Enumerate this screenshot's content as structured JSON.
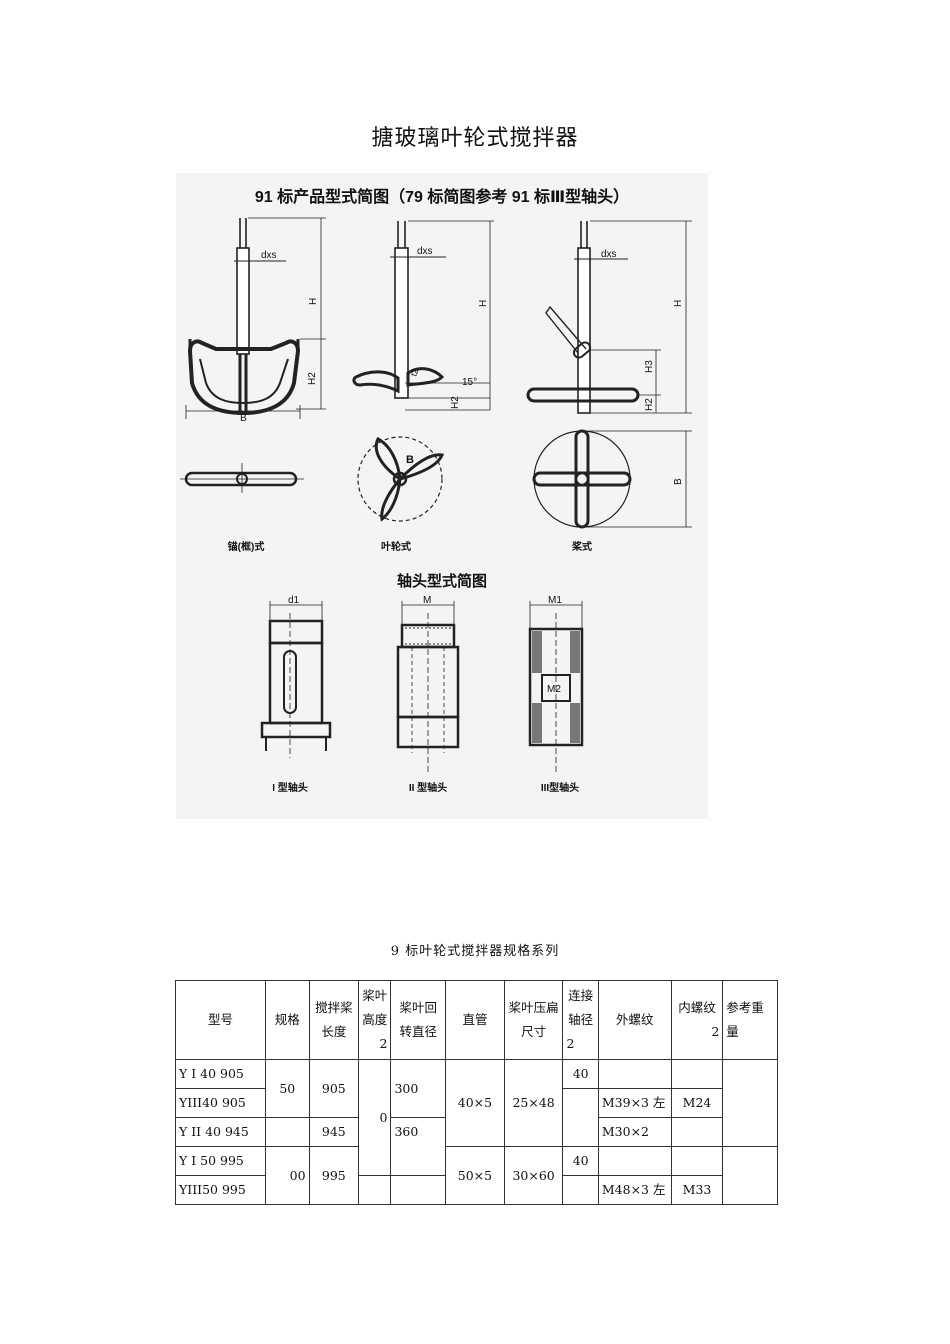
{
  "title": "搪玻璃叶轮式搅拌器",
  "figure": {
    "heading": "91 标产品型式简图（79 标简图参考 91 标Ⅲ型轴头）",
    "dim_dxs": "dxs",
    "dim_H": "H",
    "dim_H2": "H2",
    "dim_H3": "H3",
    "dim_B": "B",
    "dim_t2": "t2",
    "angle_15": "15°",
    "label_anchor": "锚(框)式",
    "label_impeller": "叶轮式",
    "label_paddle": "桨式",
    "heading2": "轴头型式简图",
    "dim_d1": "d1",
    "dim_M": "M",
    "dim_M1": "M1",
    "dim_M2": "M2",
    "label_type1": "I 型轴头",
    "label_type2": "II 型轴头",
    "label_type3": "III型轴头"
  },
  "table": {
    "caption": "9  标叶轮式搅拌器规格系列",
    "headers": [
      "型号",
      "规格",
      "搅拌桨长度",
      "桨叶高度",
      "2",
      "桨叶回转直径",
      "直管",
      "桨叶压扁尺寸",
      "连接轴径",
      "2",
      "外螺纹",
      "内螺纹",
      "2",
      "参考重量"
    ],
    "rows": {
      "r1_model": "Y I 40    905",
      "r2_model": "YIII40    905",
      "r3_model": "Y II 40    945",
      "r4_model": "Y I 50    995",
      "r5_model": "YIII50    995",
      "spec_50": "50",
      "spec_00": "00",
      "len_905": "905",
      "len_945": "945",
      "len_995": "995",
      "height_0": "0",
      "dia_300": "300",
      "dia_360": "360",
      "pipe_40x5": "40×5",
      "pipe_50x5": "50×5",
      "flat_25x48": "25×48",
      "flat_30x60": "30×60",
      "shaft_40a": "40",
      "shaft_40b": "40",
      "ext_m39": "M39×3 左",
      "ext_m30": "M30×2",
      "ext_m48": "M48×3 左",
      "int_m24": "M24",
      "int_m33": "M33"
    }
  }
}
